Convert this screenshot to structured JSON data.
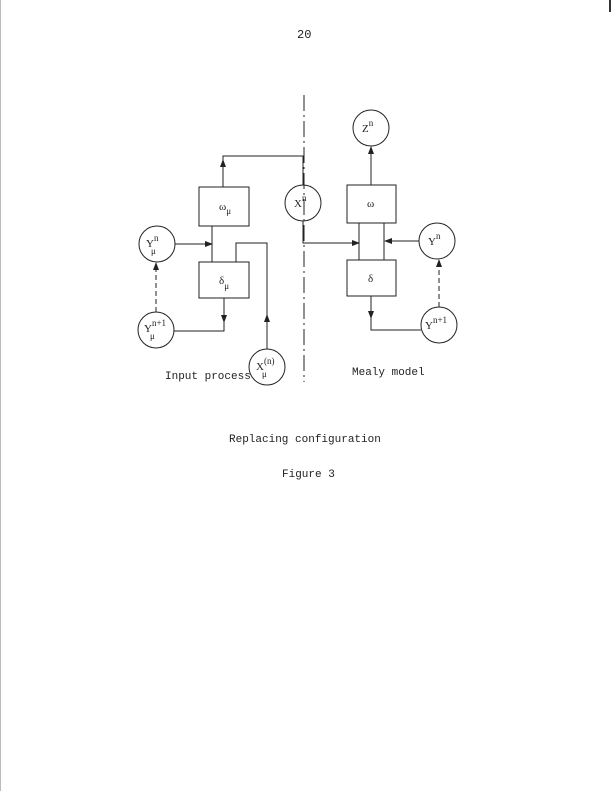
{
  "page_number": "20",
  "diagram": {
    "left_label": "Input process",
    "right_label": "Mealy model",
    "nodes": {
      "omega_mu": {
        "base": "ω",
        "sub": "μ"
      },
      "delta_mu": {
        "base": "δ",
        "sub": "μ"
      },
      "y_mu_n": {
        "base": "Y",
        "sup": "n",
        "sub": "μ"
      },
      "y_mu_n1": {
        "base": "Y",
        "sup": "n+1",
        "sub": "μ"
      },
      "x_mu_n": {
        "base": "X",
        "sup": "(n)",
        "sub": "μ"
      },
      "x_n": {
        "base": "X",
        "sup": "n"
      },
      "omega": {
        "base": "ω"
      },
      "delta": {
        "base": "δ"
      },
      "z_n": {
        "base": "Z",
        "sup": "n"
      },
      "y_n": {
        "base": "Y",
        "sup": "n"
      },
      "y_n1": {
        "base": "Y",
        "sup": "n+1"
      }
    }
  },
  "caption": "Replacing configuration",
  "figure_label": "Figure 3"
}
